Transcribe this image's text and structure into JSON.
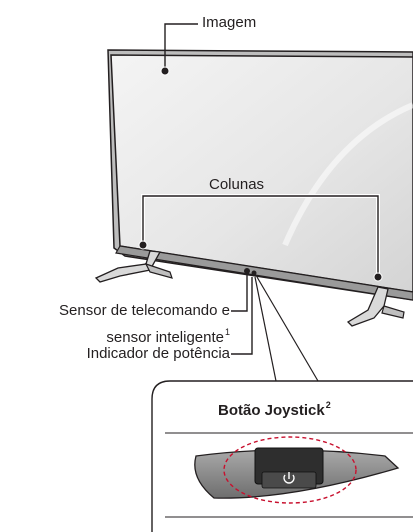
{
  "labels": {
    "image": "Imagem",
    "speakers": "Colunas",
    "remote_sensor_line1": "Sensor de telecomando e",
    "remote_sensor_line2": "sensor inteligente",
    "remote_sensor_note": "1",
    "power_indicator": "Indicador de potência"
  },
  "inset": {
    "title": "Botão Joystick",
    "title_note": "2"
  },
  "colors": {
    "line": "#231f20",
    "screen_light": "#ffffff",
    "screen_mid": "#e9e9e9",
    "screen_dark": "#d0d0d0",
    "highlight_dash": "#c8102e",
    "joystick_body": "#8c8c8c",
    "joystick_button": "#3a3a3a"
  }
}
